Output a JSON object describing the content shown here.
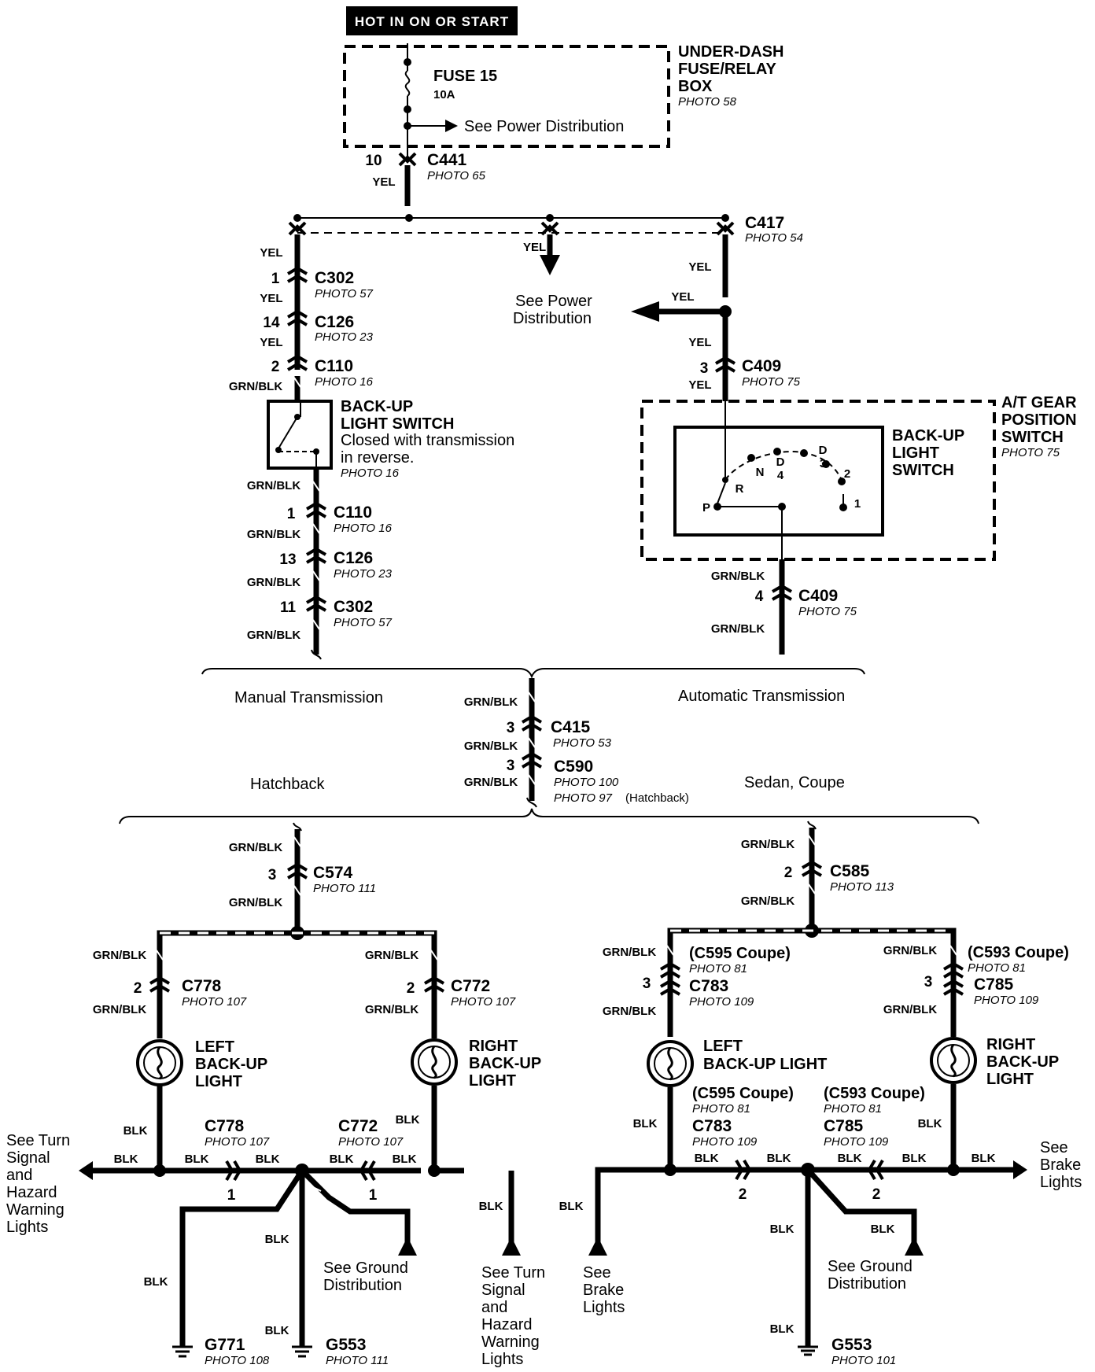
{
  "header": {
    "banner": "HOT IN ON OR START"
  },
  "fuse_box": {
    "fuse_name": "FUSE 15",
    "fuse_rating": "10A",
    "see_power": "See Power Distribution",
    "title": [
      "UNDER-DASH",
      "FUSE/RELAY",
      "BOX"
    ],
    "photo": "PHOTO 58"
  },
  "connectors": {
    "c441": {
      "name": "C441",
      "photo": "PHOTO 65",
      "pin": "10"
    },
    "c417": {
      "name": "C417",
      "photo": "PHOTO 54"
    },
    "c302a": {
      "name": "C302",
      "photo": "PHOTO 57",
      "pin": "1"
    },
    "c126a": {
      "name": "C126",
      "photo": "PHOTO 23",
      "pin": "14"
    },
    "c110a": {
      "name": "C110",
      "photo": "PHOTO 16",
      "pin": "2"
    },
    "c110b": {
      "name": "C110",
      "photo": "PHOTO 16",
      "pin": "1"
    },
    "c126b": {
      "name": "C126",
      "photo": "PHOTO 23",
      "pin": "13"
    },
    "c302b": {
      "name": "C302",
      "photo": "PHOTO 57",
      "pin": "11"
    },
    "c409a": {
      "name": "C409",
      "photo": "PHOTO 75",
      "pin": "3"
    },
    "c409b": {
      "name": "C409",
      "photo": "PHOTO 75",
      "pin": "4"
    },
    "c415": {
      "name": "C415",
      "photo": "PHOTO 53",
      "pin": "3"
    },
    "c590": {
      "name": "C590",
      "photo": "PHOTO 100",
      "photo2": "PHOTO 97",
      "note": "(Hatchback)",
      "pin": "3"
    },
    "c574": {
      "name": "C574",
      "photo": "PHOTO 111",
      "pin": "3"
    },
    "c585": {
      "name": "C585",
      "photo": "PHOTO 113",
      "pin": "2"
    },
    "c778": {
      "name": "C778",
      "photo": "PHOTO 107",
      "pin": "2",
      "pin_b": "1"
    },
    "c772": {
      "name": "C772",
      "photo": "PHOTO 107",
      "pin": "2",
      "pin_b": "1"
    },
    "c595": {
      "name": "(C595 Coupe)",
      "photo": "PHOTO 81"
    },
    "c783": {
      "name": "C783",
      "photo": "PHOTO 109",
      "pin": "3",
      "pin_b": "2"
    },
    "c593": {
      "name": "(C593 Coupe)",
      "photo": "PHOTO 81"
    },
    "c785": {
      "name": "C785",
      "photo": "PHOTO 109",
      "pin": "3",
      "pin_b": "2"
    }
  },
  "wires": {
    "yel": "YEL",
    "grn_blk": "GRN/BLK",
    "blk": "BLK"
  },
  "see_power_distribution": [
    "See Power",
    "Distribution"
  ],
  "manual_switch": {
    "title": [
      "BACK-UP",
      "LIGHT SWITCH"
    ],
    "desc": [
      "Closed with transmission",
      "in reverse."
    ],
    "photo": "PHOTO 16"
  },
  "at_switch": {
    "outer_title": [
      "A/T GEAR",
      "POSITION",
      "SWITCH"
    ],
    "outer_photo": "PHOTO 75",
    "inner_title": [
      "BACK-UP",
      "LIGHT",
      "SWITCH"
    ],
    "positions": [
      "P",
      "R",
      "N",
      "D",
      "4",
      "D",
      "3",
      "2",
      "1"
    ]
  },
  "branches": {
    "manual": "Manual Transmission",
    "automatic": "Automatic Transmission",
    "hatchback": "Hatchback",
    "sedan_coupe": "Sedan, Coupe"
  },
  "lights": {
    "hb_left": [
      "LEFT",
      "BACK-UP",
      "LIGHT"
    ],
    "hb_right": [
      "RIGHT",
      "BACK-UP",
      "LIGHT"
    ],
    "sc_left": [
      "LEFT",
      "BACK-UP LIGHT"
    ],
    "sc_right": [
      "RIGHT",
      "BACK-UP",
      "LIGHT"
    ]
  },
  "references": {
    "turn_signal_left": [
      "See Turn",
      "Signal",
      "and",
      "Hazard",
      "Warning",
      "Lights"
    ],
    "turn_signal_mid": [
      "See Turn",
      "Signal",
      "and",
      "Hazard",
      "Warning",
      "Lights"
    ],
    "ground_hb": [
      "See Ground",
      "Distribution"
    ],
    "ground_sc": [
      "See Ground",
      "Distribution"
    ],
    "brake_left": [
      "See",
      "Brake",
      "Lights"
    ],
    "brake_right": [
      "See",
      "Brake",
      "Lights"
    ]
  },
  "grounds": {
    "g771": {
      "name": "G771",
      "photo": "PHOTO 108"
    },
    "g553a": {
      "name": "G553",
      "photo": "PHOTO 111"
    },
    "g553b": {
      "name": "G553",
      "photo": "PHOTO 101"
    }
  }
}
